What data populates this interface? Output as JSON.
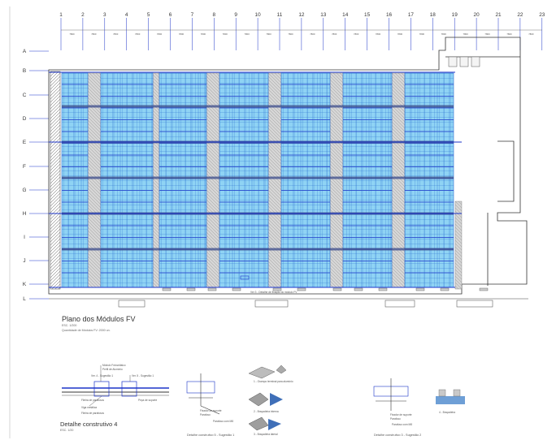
{
  "sheet": {
    "columns": [
      "1",
      "2",
      "3",
      "4",
      "5",
      "6",
      "7",
      "8",
      "9",
      "10",
      "11",
      "12",
      "13",
      "14",
      "15",
      "16",
      "17",
      "18",
      "19",
      "20",
      "21",
      "22",
      "23"
    ],
    "rows": [
      "A",
      "B",
      "C",
      "D",
      "E",
      "F",
      "G",
      "H",
      "I",
      "J",
      "K",
      "L"
    ],
    "spacing_label": "7800",
    "plan_title": "Plano dos Módulos FV",
    "plan_scale": "ESC. 1/200",
    "plan_note": "Quantidade de Módulos FV: 2000 un.",
    "plan_callout": "Ver 3 - Detalhe de fixação do módulo FV",
    "detail_4": {
      "title": "Detalhe construtivo 4",
      "scale": "ESC. 1/20",
      "labels": [
        "Módulo Fotovoltaico",
        "Perfil de Alumínio",
        "Ver. 4 - Sugestão 1",
        "Ver. 5 - Sugestão 1",
        "Fileira de parafusos",
        "Fileira de parafusos",
        "Viga metálica",
        "Peça de suporte"
      ]
    },
    "detail_5": {
      "title": "Detalhe construtivo 5 - Sugestão 1",
      "labels": [
        "Fixador de suporte",
        "Parafuso",
        "Parafuso com M8"
      ],
      "parts": [
        "1 - Grampo terminal para alumínio",
        "2 - Braçadeira interna",
        "3 - Braçadeira lateral"
      ]
    },
    "detail_6": {
      "title": "Detalhe construtivo 3 - Sugestão 2",
      "labels": [
        "Fixador de suporte",
        "Parafuso",
        "Parafuso com M8"
      ],
      "parts": [
        "4 - Braçadeira"
      ]
    },
    "colors": {
      "panel_fill": "#8fd3f4",
      "panel_stroke": "#2a6fd1",
      "frame_blue": "#1c34c9",
      "line_dark": "#333333",
      "grey_strip": "#bdbdbd"
    }
  }
}
